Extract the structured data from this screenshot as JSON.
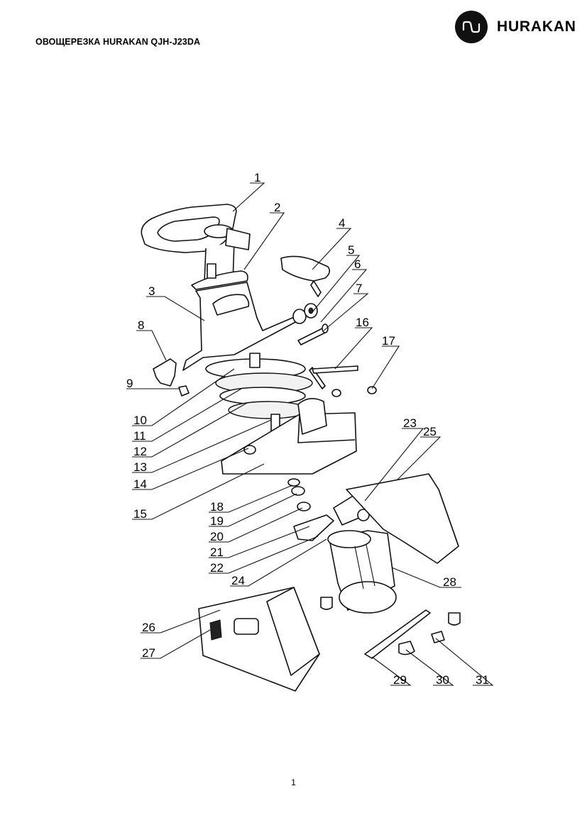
{
  "header": {
    "title": "ОВОЩЕРЕЗКА HURAKAN QJH-J23DA",
    "brand": "HURAKAN"
  },
  "diagram": {
    "labels": [
      "1",
      "2",
      "3",
      "4",
      "5",
      "6",
      "7",
      "8",
      "9",
      "10",
      "11",
      "12",
      "13",
      "14",
      "15",
      "16",
      "17",
      "18",
      "19",
      "20",
      "21",
      "22",
      "23",
      "24",
      "25",
      "26",
      "27",
      "28",
      "29",
      "30",
      "31"
    ],
    "part_count": 31
  },
  "footer": {
    "page_number": "1"
  },
  "colors": {
    "ink": "#111111",
    "paper": "#ffffff"
  }
}
